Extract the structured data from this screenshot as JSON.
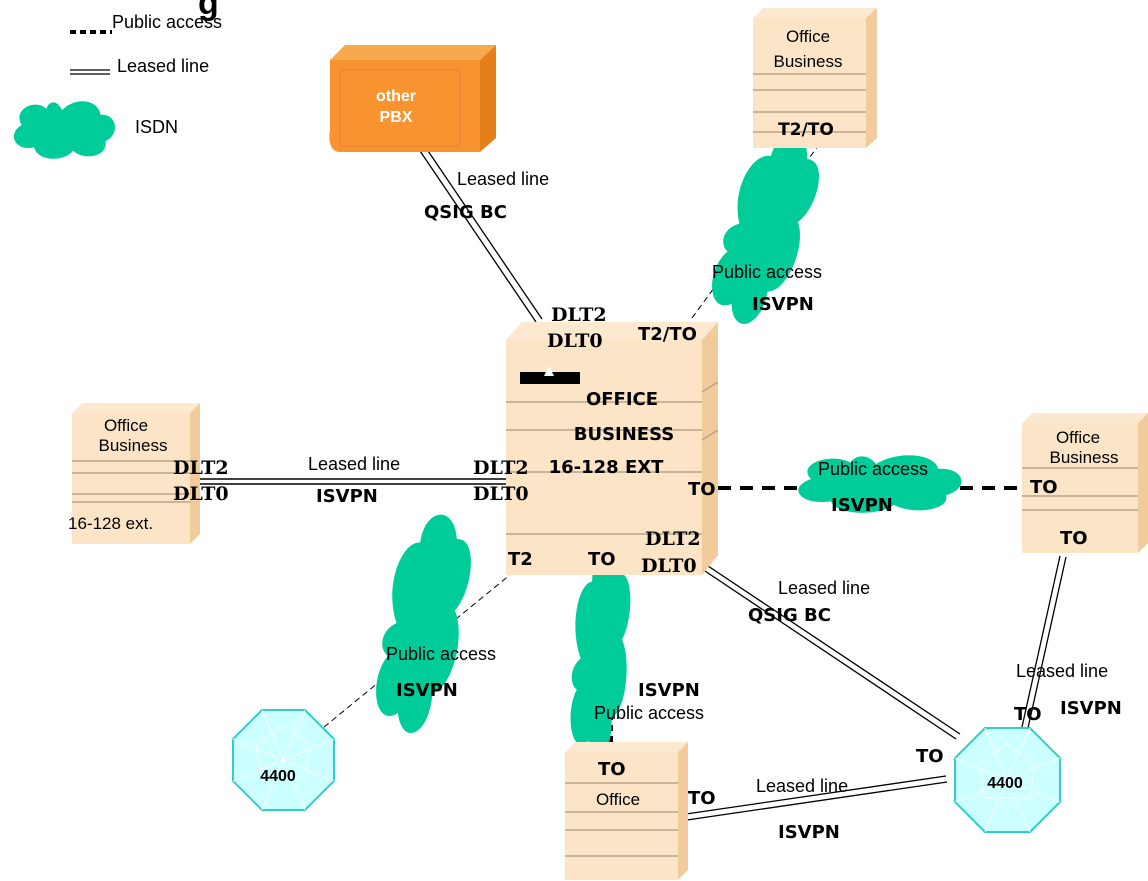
{
  "legend": {
    "heading_fragment": "g",
    "public_access": "Public access",
    "leased_line": "Leased line",
    "isdn": "ISDN"
  },
  "nodes": {
    "other_pbx": {
      "line1": "other",
      "line2": "PBX"
    },
    "office_top_right": {
      "line1": "Office",
      "line2": "Business",
      "port": "T2/TO"
    },
    "central": {
      "line1": "OFFICE",
      "line2": "BUSINESS",
      "line3": "16-128 EXT",
      "port_top_a": "DLT2",
      "port_top_b": "DLT0",
      "port_top_right": "T2/TO",
      "port_left_a": "DLT2",
      "port_left_b": "DLT0",
      "port_right": "TO",
      "port_br_a": "DLT2",
      "port_br_b": "DLT0",
      "port_bottom_t2": "T2",
      "port_bottom_to": "TO"
    },
    "office_left": {
      "line1": "Office",
      "line2": "Business",
      "line3": "16-128 ext.",
      "port_a": "DLT2",
      "port_b": "DLT0"
    },
    "office_right": {
      "line1": "Office",
      "line2": "Business",
      "port_top": "TO",
      "port_bottom": "TO"
    },
    "office_bottom": {
      "line1": "Office",
      "port_top": "TO",
      "port_right": "TO"
    },
    "pbx_4400_left": {
      "label": "4400"
    },
    "pbx_4400_right": {
      "label": "4400",
      "port_top": "TO",
      "port_left": "TO"
    }
  },
  "links": {
    "pbx_leased": {
      "line": "Leased line",
      "protocol": "QSIG  BC"
    },
    "top_public": {
      "line": "Public access",
      "protocol": "ISVPN"
    },
    "left_leased": {
      "line": "Leased line",
      "protocol": "ISVPN"
    },
    "right_public": {
      "line": "Public access",
      "protocol": "ISVPN"
    },
    "br_leased": {
      "line": "Leased line",
      "protocol": "QSIG  BC"
    },
    "bl_public": {
      "line": "Public access",
      "protocol": "ISVPN"
    },
    "bottom_public": {
      "line": "Public access",
      "protocol": "ISVPN"
    },
    "bottom_leased": {
      "line": "Leased line",
      "protocol": "ISVPN"
    },
    "right_leased": {
      "line": "Leased line",
      "protocol": "ISVPN"
    }
  },
  "colors": {
    "box_fill": "#fbe5c6",
    "box_side": "#f1cb9b",
    "box_line": "#b8a58a",
    "pbx_fill": "#f7942f",
    "cloud": "#00cc99",
    "octagon": "#ccffff",
    "octagon_stroke": "#33cccc"
  }
}
